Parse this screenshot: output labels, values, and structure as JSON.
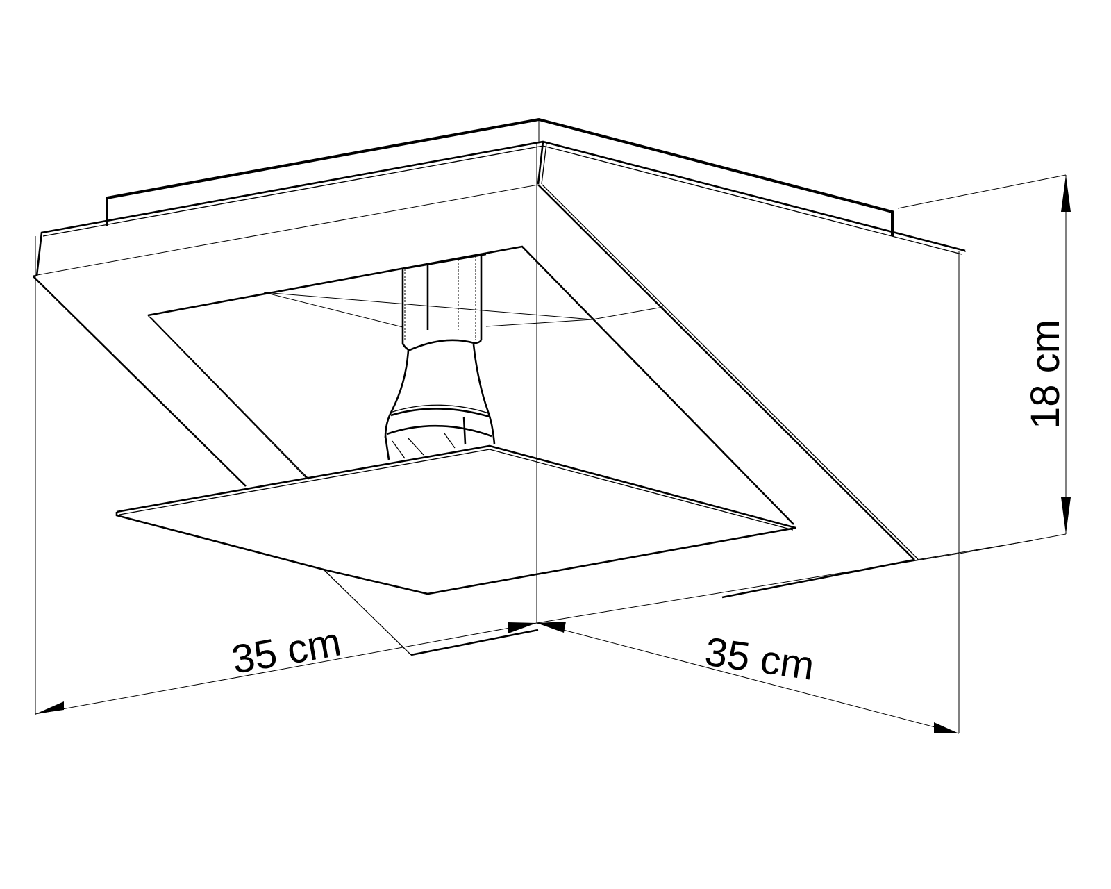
{
  "diagram": {
    "subject": "square ceiling lamp dimension drawing",
    "line_color": "#000000",
    "background": "#ffffff",
    "dimensions": {
      "width_left": {
        "label": "35 cm",
        "value": 35,
        "unit": "cm"
      },
      "width_right": {
        "label": "35 cm",
        "value": 35,
        "unit": "cm"
      },
      "height": {
        "label": "18 cm",
        "value": 18,
        "unit": "cm"
      }
    }
  }
}
